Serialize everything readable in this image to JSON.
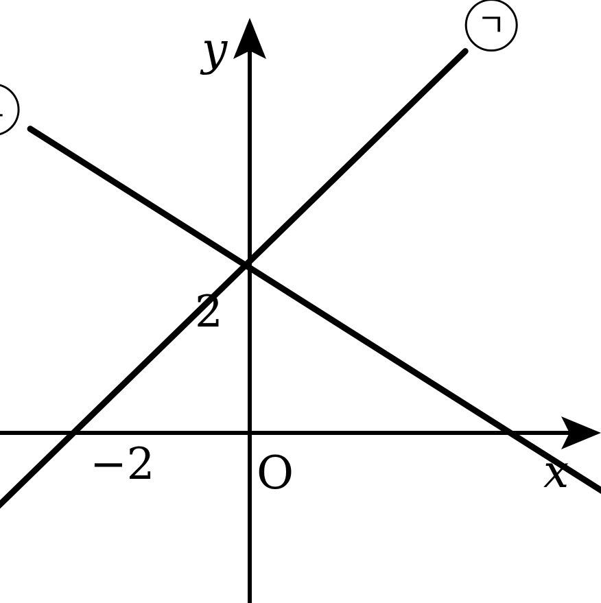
{
  "chart_data": {
    "type": "line",
    "title": "",
    "xlabel": "x",
    "ylabel": "y",
    "origin_label": "O",
    "grid": false,
    "y_tick": {
      "value": 2,
      "label": "2"
    },
    "x_tick": {
      "value": -2,
      "label": "−2"
    },
    "xlim": [
      -5.27,
      7.0
    ],
    "ylim": [
      -3.67,
      8.65
    ],
    "series": [
      {
        "name": "ㄱ",
        "x": [
          -4.8,
          3.29
        ],
        "y": [
          -2.1,
          5.95
        ]
      },
      {
        "name": "ㄴ",
        "x": [
          -3.35,
          5.6
        ],
        "y": [
          4.74,
          -1.05
        ]
      }
    ],
    "colors": {
      "ink": "#000000",
      "background": "#ffffff"
    }
  }
}
